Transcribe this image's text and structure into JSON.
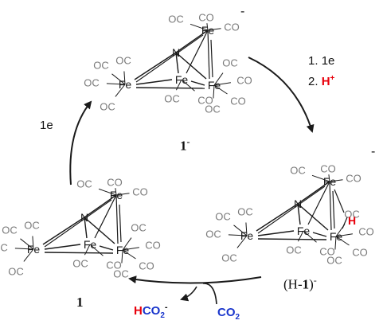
{
  "colors": {
    "bond": "#1a1a1a",
    "carbonyl": "#7a7a7a",
    "iron": "#1a1a1a",
    "hydride": "#e8000b",
    "co2": "#1a36cc",
    "text": "#111111"
  },
  "atoms": {
    "iron": "Fe",
    "nitrogen": "N",
    "hydride": "H",
    "carbonyl": "CO",
    "carbonyl_rev": "OC"
  },
  "cluster_top": {
    "label": "1",
    "charge": "-"
  },
  "cluster_right": {
    "label_open": "(H-",
    "label_bold": "1",
    "label_close": ")",
    "charge": "-"
  },
  "cluster_left": {
    "label": "1"
  },
  "steps": {
    "step1_num": "1.",
    "step1_text": "1e",
    "step2_num": "2.",
    "step2_species": "H",
    "step2_charge": "+",
    "left_text": "1e"
  },
  "bottom": {
    "formate_h": "H",
    "formate_rest": "CO",
    "formate_sub": "2",
    "formate_charge": "-",
    "co2_text": "CO",
    "co2_sub": "2"
  }
}
